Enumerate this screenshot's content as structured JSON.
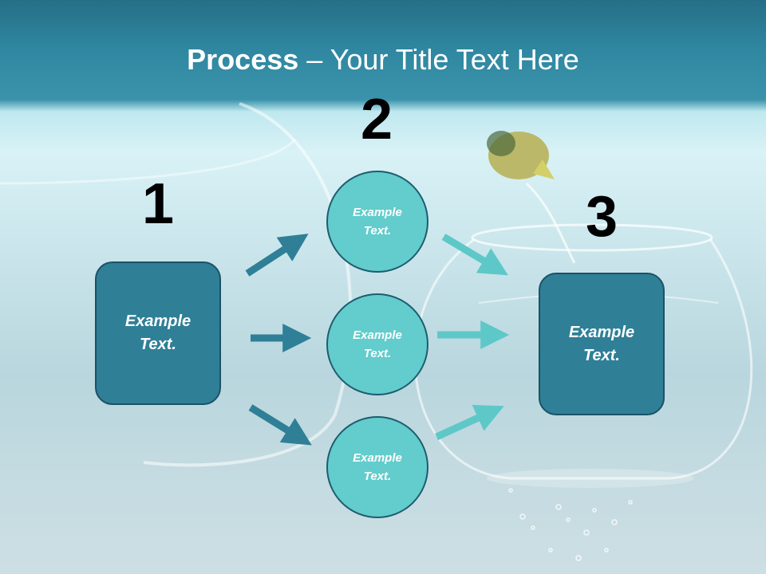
{
  "title": {
    "bold": "Process",
    "rest": " – Your Title Text Here"
  },
  "steps": [
    {
      "number": "1",
      "text": "Example\nText."
    },
    {
      "number": "2",
      "text": ""
    },
    {
      "number": "3",
      "text": "Example\nText."
    }
  ],
  "circles": [
    {
      "text": "Example\nText."
    },
    {
      "text": "Example\nText."
    },
    {
      "text": "Example\nText."
    }
  ],
  "colors": {
    "box_fill": "#2f7f97",
    "circle_fill": "#63cccc",
    "left_arrows": "#2f7f97",
    "right_arrows": "#5ec8c8"
  }
}
